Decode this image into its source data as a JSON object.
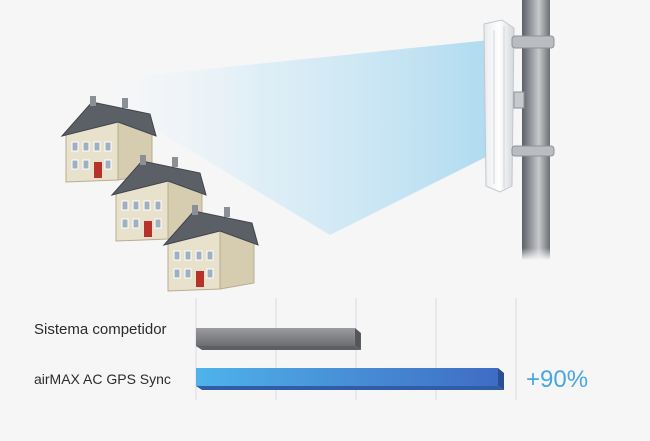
{
  "comparison": {
    "competitor_label": "Sistema competidor",
    "airmax_label": "airMAX AC GPS Sync",
    "gain_label": "+90%",
    "competitor_value": 1.0,
    "airmax_value": 1.9
  },
  "colors": {
    "competitor_bar": "#7d7e82",
    "airmax_bar": "#3d8fe0",
    "gain_text": "#4aa6e0",
    "beam": "#a9d8ef"
  },
  "icons": [
    "house-icon",
    "antenna-icon",
    "pole"
  ]
}
